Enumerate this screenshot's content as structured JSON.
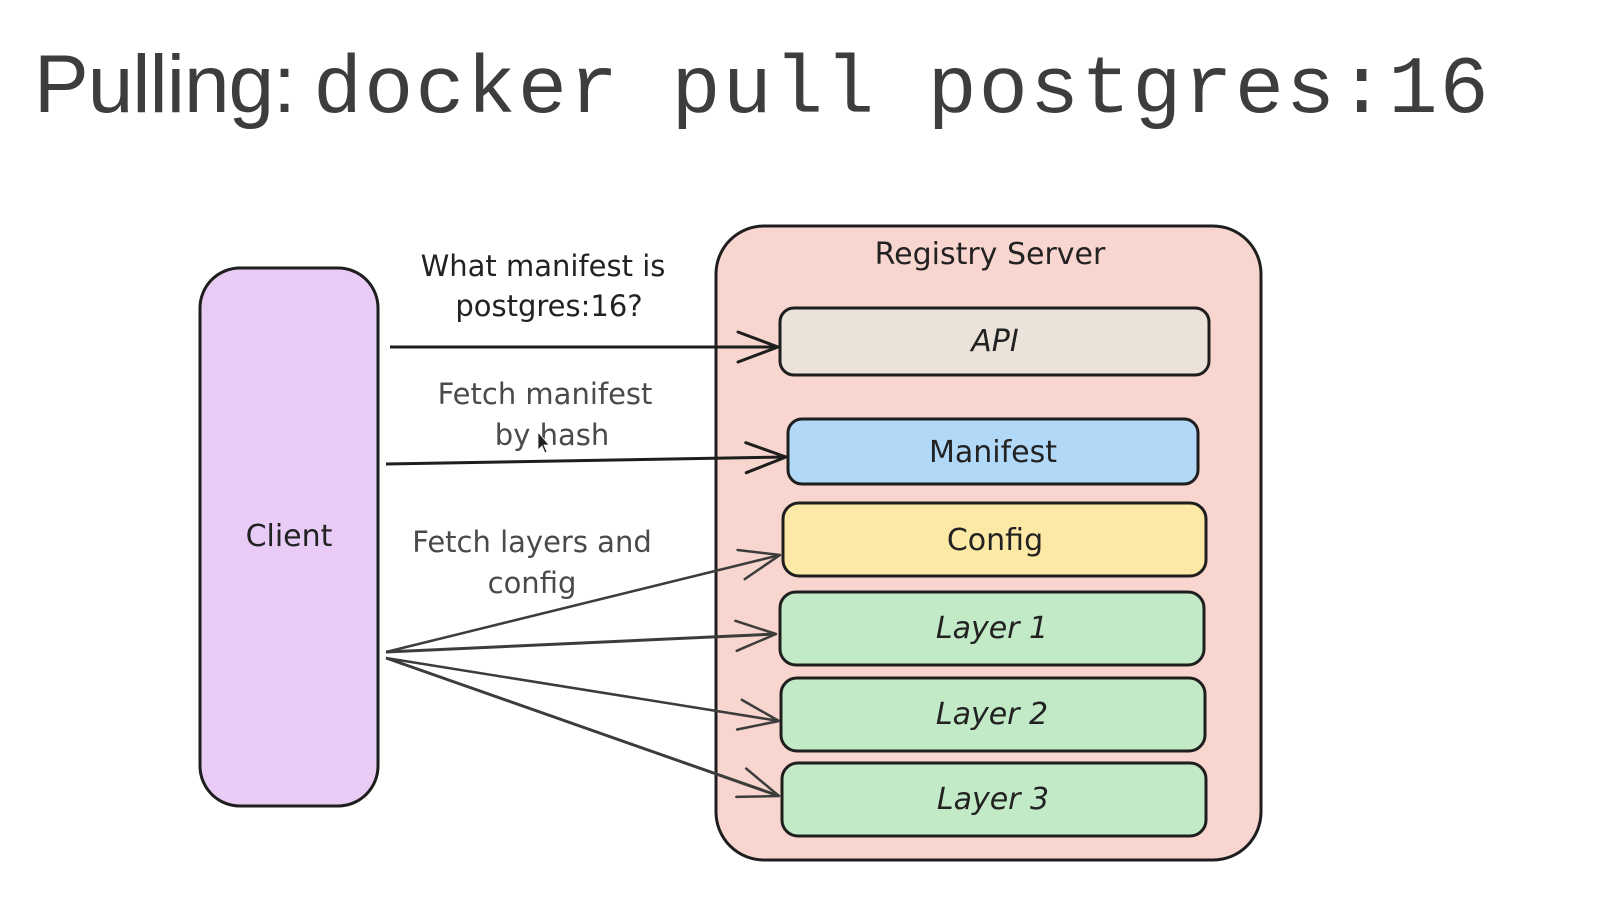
{
  "title": {
    "prefix": "Pulling:",
    "command": "docker pull postgres:16"
  },
  "colors": {
    "client": "#e8ccf5",
    "registry": "#f8d5cf",
    "api": "#ebe3da",
    "manifest": "#b2d8f8",
    "config": "#fde9a6",
    "layer": "#c3eac6",
    "stroke": "#1e1e1e",
    "label_dark": "#222222",
    "label_grey": "#4a4a4a"
  },
  "client": {
    "label": "Client"
  },
  "registry": {
    "label": "Registry Server",
    "components": [
      {
        "id": "api",
        "label": "API"
      },
      {
        "id": "manifest",
        "label": "Manifest"
      },
      {
        "id": "config",
        "label": "Config"
      },
      {
        "id": "layer1",
        "label": "Layer 1"
      },
      {
        "id": "layer2",
        "label": "Layer 2"
      },
      {
        "id": "layer3",
        "label": "Layer 3"
      }
    ]
  },
  "arrows": [
    {
      "label_lines": [
        "What manifest is",
        "postgres:16?"
      ],
      "to": "api"
    },
    {
      "label_lines": [
        "Fetch manifest",
        "by hash"
      ],
      "to": "manifest"
    },
    {
      "label_lines": [
        "Fetch layers and",
        "config"
      ],
      "to": [
        "config",
        "layer1",
        "layer2",
        "layer3"
      ]
    }
  ]
}
